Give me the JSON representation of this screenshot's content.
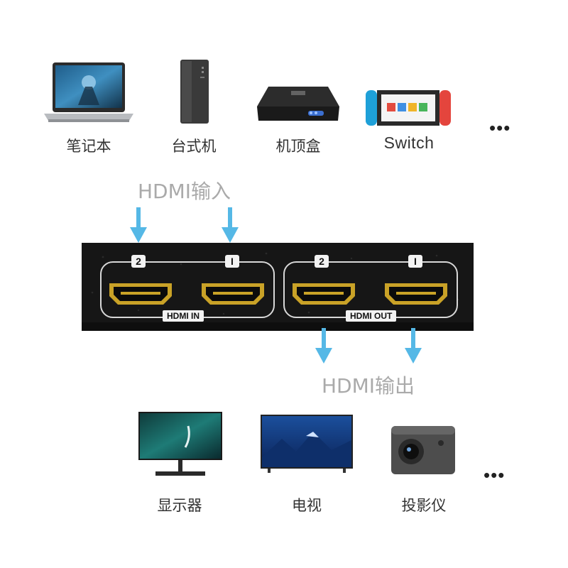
{
  "sources": [
    {
      "label": "笔记本",
      "icon": "laptop-icon"
    },
    {
      "label": "台式机",
      "icon": "desktop-tower-icon"
    },
    {
      "label": "机顶盒",
      "icon": "set-top-box-icon"
    },
    {
      "label": "Switch",
      "icon": "game-console-icon"
    }
  ],
  "sources_more": "•••",
  "input_caption": "HDMI输入",
  "output_caption": "HDMI输出",
  "device": {
    "in_panel_label": "HDMI IN",
    "out_panel_label": "HDMI OUT",
    "in_ports": [
      "2",
      "I"
    ],
    "out_ports": [
      "2",
      "I"
    ]
  },
  "displays": [
    {
      "label": "显示器",
      "icon": "monitor-icon"
    },
    {
      "label": "电视",
      "icon": "tv-icon"
    },
    {
      "label": "投影仪",
      "icon": "projector-icon"
    }
  ],
  "displays_more": "•••",
  "colors": {
    "arrow": "#55b8e6",
    "port_gold": "#c9a227",
    "device_body": "#161616"
  }
}
